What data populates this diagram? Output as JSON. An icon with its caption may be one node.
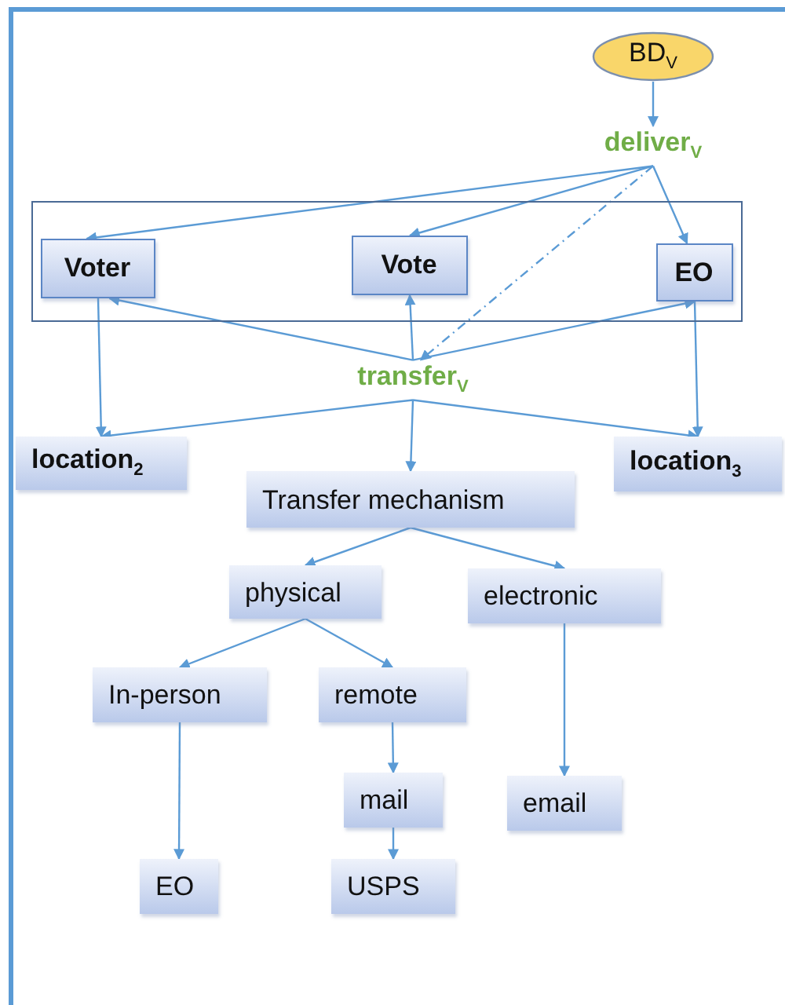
{
  "diagram": {
    "nodes": [
      {
        "text": [
          "BD$_{V}$"
        ]
      },
      {
        "text": [
          "deliver$_{V}$"
        ]
      },
      {
        "text": [],
        "shape": "box"
      },
      {
        "text": [
          "Voter"
        ],
        "in": 2
      },
      {
        "text": [
          "Vote"
        ],
        "in": 2
      },
      {
        "text": [
          "EO"
        ],
        "in": 2
      },
      {
        "text": [
          "transfer$_{V}$"
        ]
      },
      {
        "text": [
          "location$_{2}$"
        ]
      },
      {
        "text": [
          "location$_{3}$"
        ]
      },
      {
        "text": [
          "Transfer mechanism"
        ]
      },
      {
        "text": [
          "physical"
        ]
      },
      {
        "text": [
          "electronic"
        ]
      },
      {
        "text": [
          "In-person"
        ]
      },
      {
        "text": [
          "remote"
        ]
      },
      {
        "text": [
          "mail"
        ]
      },
      {
        "text": [
          "email"
        ]
      },
      {
        "text": [
          "EO"
        ]
      },
      {
        "text": [
          "USPS"
        ]
      }
    ],
    "edges": [
      {
        "from": 0,
        "to": 1,
        "arrow": "to"
      },
      {
        "from": 1,
        "to": 3,
        "arrow": "to"
      },
      {
        "from": 1,
        "to": 4,
        "arrow": "to"
      },
      {
        "from": 1,
        "to": 5,
        "arrow": "to"
      },
      {
        "from": 1,
        "to": 6,
        "arrow": "to",
        "style": "dashed"
      },
      {
        "from": 6,
        "to": 3,
        "arrow": "to"
      },
      {
        "from": 6,
        "to": 4,
        "arrow": "to"
      },
      {
        "from": 6,
        "to": 5,
        "arrow": "to"
      },
      {
        "from": 3,
        "to": 7,
        "arrow": "to"
      },
      {
        "from": 5,
        "to": 8,
        "arrow": "to"
      },
      {
        "from": 6,
        "to": 7,
        "arrow": "to"
      },
      {
        "from": 6,
        "to": 9,
        "arrow": "to"
      },
      {
        "from": 6,
        "to": 8,
        "arrow": "to"
      },
      {
        "from": 9,
        "to": 10,
        "arrow": "to"
      },
      {
        "from": 9,
        "to": 11,
        "arrow": "to"
      },
      {
        "from": 10,
        "to": 12,
        "arrow": "to"
      },
      {
        "from": 10,
        "to": 13,
        "arrow": "to"
      },
      {
        "from": 13,
        "to": 14,
        "arrow": "to"
      },
      {
        "from": 14,
        "to": 17,
        "arrow": "to"
      },
      {
        "from": 12,
        "to": 16,
        "arrow": "to"
      },
      {
        "from": 11,
        "to": 15,
        "arrow": "to"
      }
    ]
  }
}
